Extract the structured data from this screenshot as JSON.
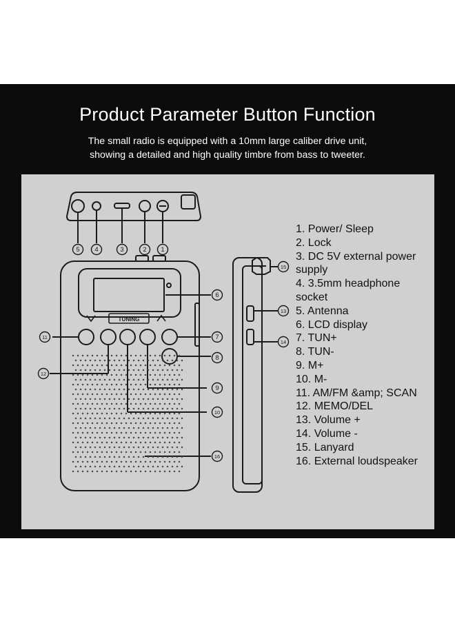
{
  "colors": {
    "banner_background": "#0d0b0b",
    "panel_background": "#d0d0d0",
    "line_art": "#1a1a1a",
    "text_light": "#ffffff",
    "text_dark": "#111111"
  },
  "header": {
    "title": "Product Parameter Button Function",
    "subtitle_line1": "The small radio is equipped with a 10mm large caliber drive unit,",
    "subtitle_line2": "showing a detailed and high quality timbre from bass to tweeter."
  },
  "device": {
    "display_label": "TUNING"
  },
  "callouts": [
    "1",
    "2",
    "3",
    "4",
    "5",
    "6",
    "7",
    "8",
    "9",
    "10",
    "11",
    "12",
    "13",
    "14",
    "15",
    "16"
  ],
  "legend": [
    "1. Power/ Sleep",
    "2. Lock",
    "3. DC 5V external power",
    "supply",
    "4. 3.5mm headphone",
    "socket",
    "5. Antenna",
    "6. LCD display",
    "7. TUN+",
    "8. TUN-",
    "9. M+",
    "10. M-",
    "11. AM/FM &amp; SCAN",
    "12. MEMO/DEL",
    "13. Volume +",
    "14. Volume -",
    "15. Lanyard",
    "16. External loudspeaker"
  ]
}
